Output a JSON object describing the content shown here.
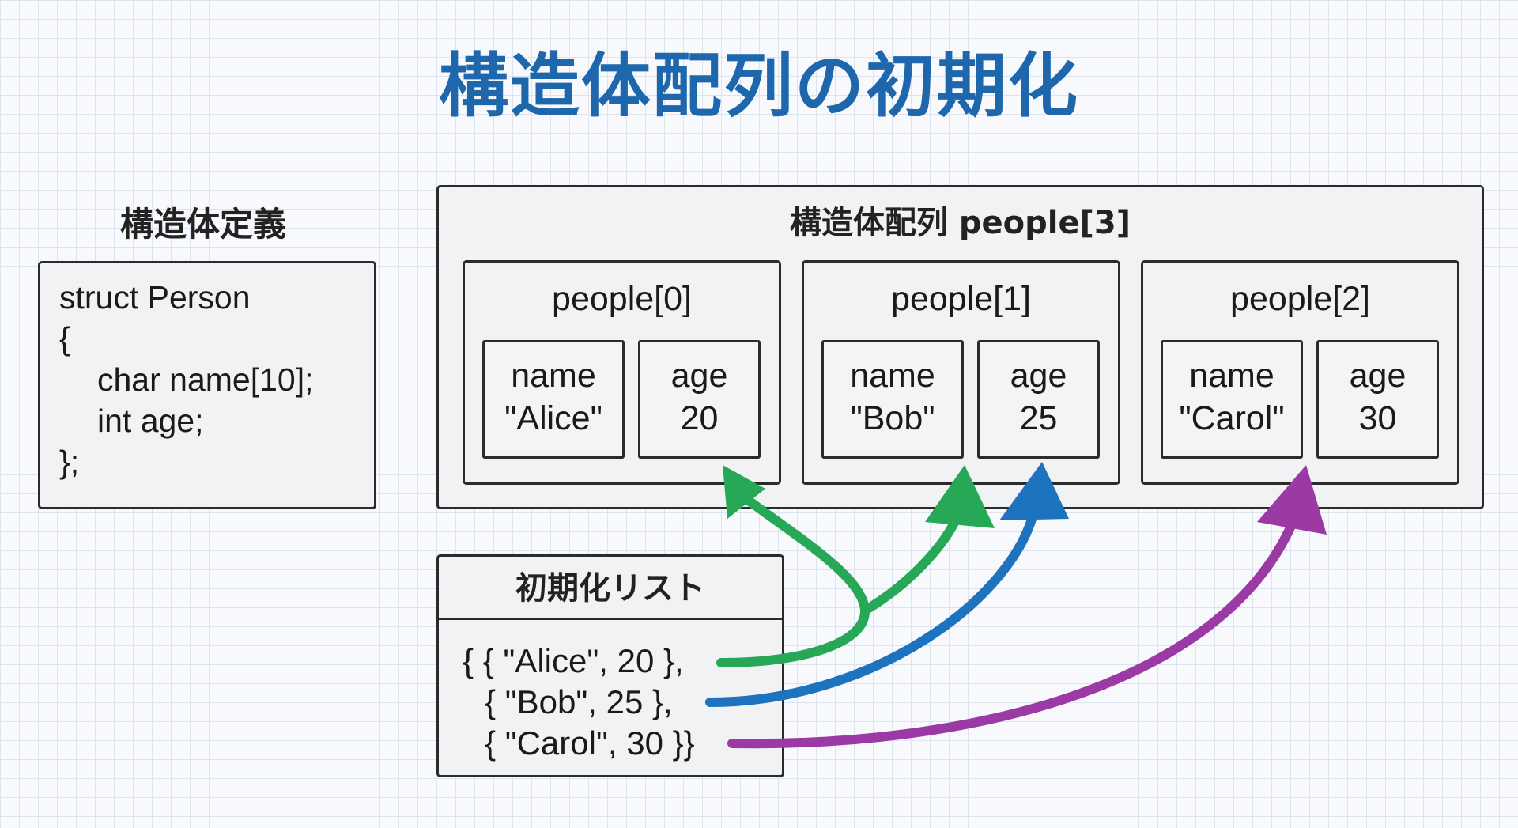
{
  "title": "構造体配列の初期化",
  "definition": {
    "label": "構造体定義",
    "code": [
      "struct Person",
      "{",
      "char name[10];",
      "int age;",
      "};"
    ]
  },
  "array": {
    "label": "構造体配列 people[3]",
    "elements": [
      {
        "title": "people[0]",
        "name_label": "name",
        "name_value": "\"Alice\"",
        "age_label": "age",
        "age_value": "20"
      },
      {
        "title": "people[1]",
        "name_label": "name",
        "name_value": "\"Bob\"",
        "age_label": "age",
        "age_value": "25"
      },
      {
        "title": "people[2]",
        "name_label": "name",
        "name_value": "\"Carol\"",
        "age_label": "age",
        "age_value": "30"
      }
    ]
  },
  "init_list": {
    "label": "初期化リスト",
    "lines": [
      "{ { \"Alice\", 20 },",
      "{ \"Bob\", 25 },",
      "{ \"Carol\", 30 }}"
    ]
  },
  "colors": {
    "title": "#1e67ad",
    "green": "#27a857",
    "blue": "#1e73be",
    "purple": "#9b3aa5"
  }
}
